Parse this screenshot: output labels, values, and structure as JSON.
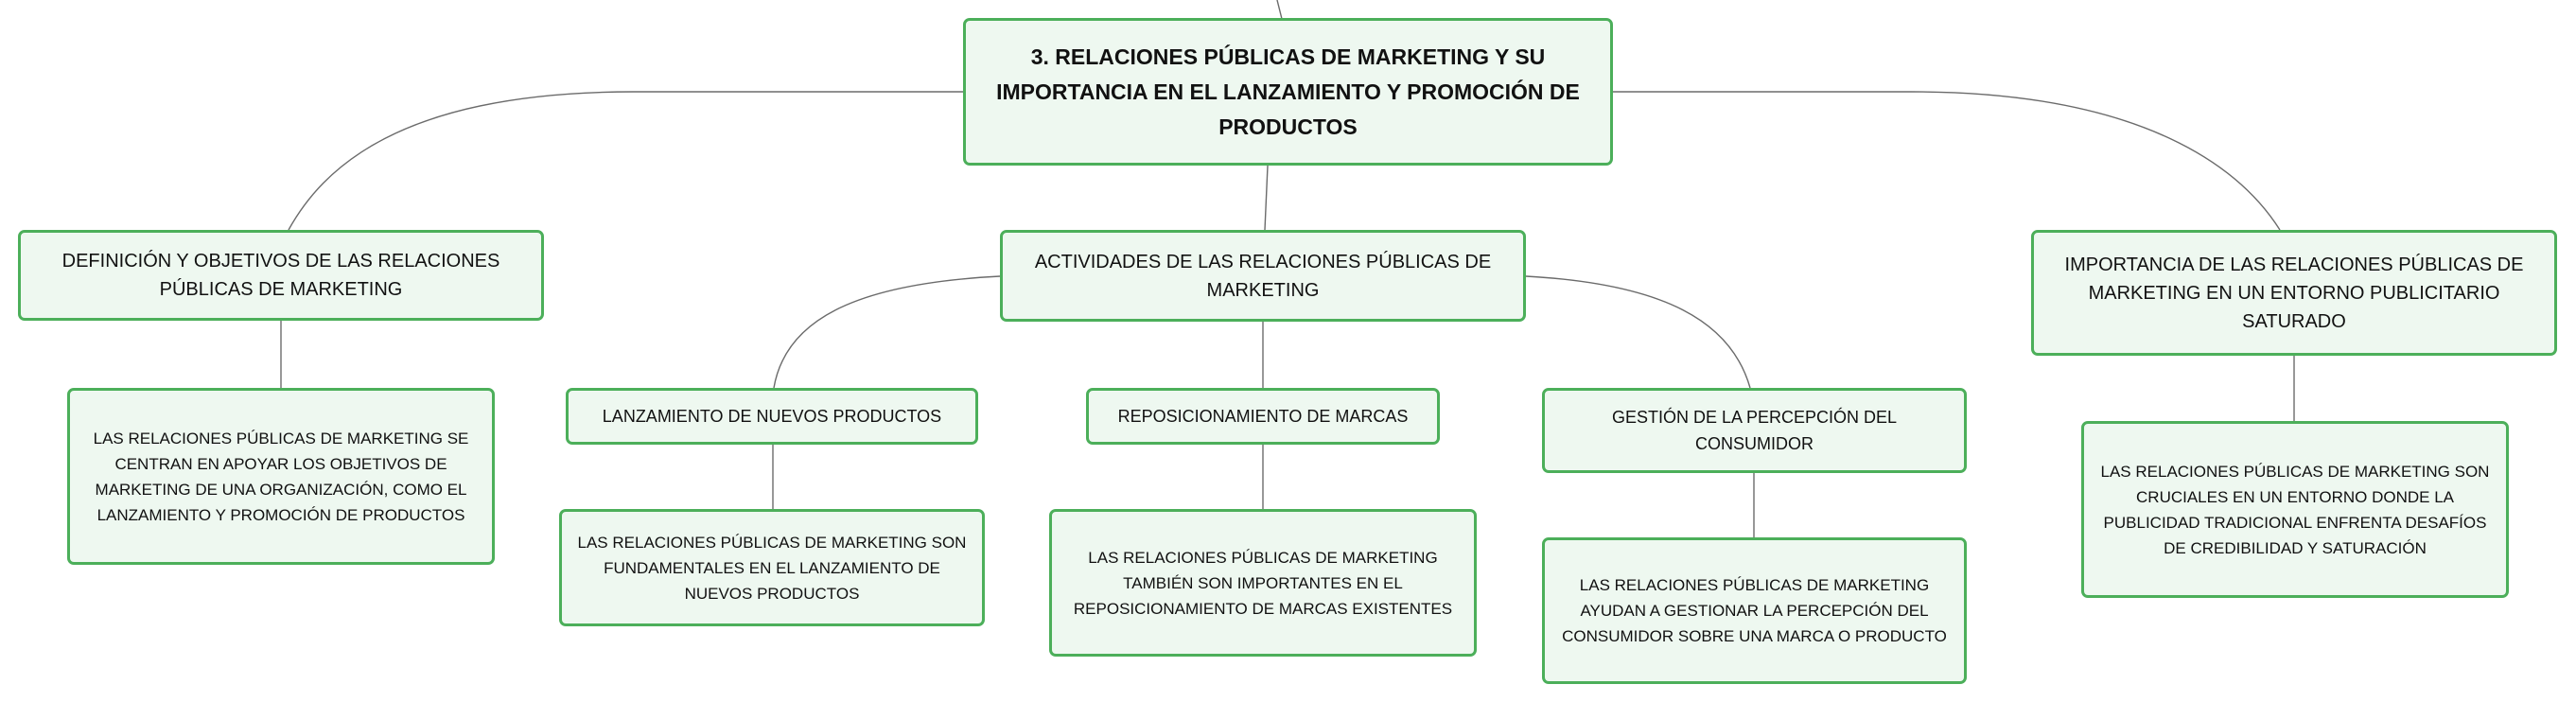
{
  "map": {
    "root": "3. RELACIONES PÚBLICAS DE MARKETING Y SU IMPORTANCIA EN EL LANZAMIENTO Y PROMOCIÓN DE PRODUCTOS",
    "definicion": {
      "title": "DEFINICIÓN Y OBJETIVOS DE LAS RELACIONES PÚBLICAS DE MARKETING",
      "detail": "LAS RELACIONES PÚBLICAS DE MARKETING SE CENTRAN EN APOYAR LOS OBJETIVOS DE MARKETING DE UNA ORGANIZACIÓN, COMO EL LANZAMIENTO Y PROMOCIÓN DE PRODUCTOS"
    },
    "actividades": {
      "title": "ACTIVIDADES DE LAS RELACIONES PÚBLICAS DE MARKETING",
      "lanzamiento": {
        "title": "LANZAMIENTO DE NUEVOS PRODUCTOS",
        "detail": "LAS RELACIONES PÚBLICAS DE MARKETING SON FUNDAMENTALES EN EL LANZAMIENTO DE NUEVOS PRODUCTOS"
      },
      "reposicionamiento": {
        "title": "REPOSICIONAMIENTO DE MARCAS",
        "detail": "LAS RELACIONES PÚBLICAS DE MARKETING TAMBIÉN SON IMPORTANTES EN EL REPOSICIONAMIENTO DE MARCAS EXISTENTES"
      },
      "percepcion": {
        "title": "GESTIÓN DE LA PERCEPCIÓN DEL CONSUMIDOR",
        "detail": "LAS RELACIONES PÚBLICAS DE MARKETING AYUDAN A GESTIONAR LA PERCEPCIÓN DEL CONSUMIDOR SOBRE UNA MARCA O PRODUCTO"
      }
    },
    "importancia": {
      "title": "IMPORTANCIA DE LAS RELACIONES PÚBLICAS DE MARKETING EN UN ENTORNO PUBLICITARIO SATURADO",
      "detail": "LAS RELACIONES PÚBLICAS DE MARKETING SON CRUCIALES EN UN ENTORNO DONDE LA PUBLICIDAD TRADICIONAL ENFRENTA DESAFÍOS DE CREDIBILIDAD Y SATURACIÓN"
    }
  },
  "colors": {
    "node_border": "#4caf5a",
    "node_fill": "#eef8f0",
    "connector": "#6b6b6b"
  }
}
